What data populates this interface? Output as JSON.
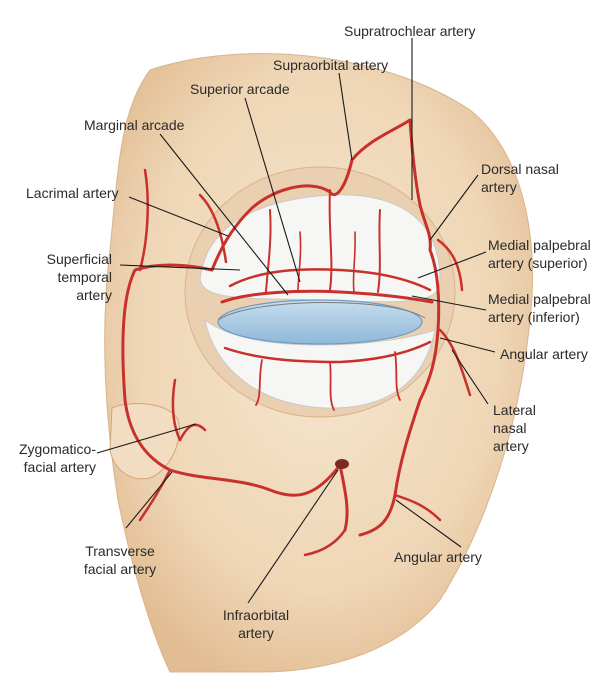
{
  "labels": {
    "supratrochlear": "Supratrochlear artery",
    "supraorbital": "Supraorbital artery",
    "superior_arcade": "Superior arcade",
    "marginal_arcade": "Marginal arcade",
    "lacrimal": "Lacrimal artery",
    "superficial_temporal": [
      "Superficial",
      "temporal",
      "artery"
    ],
    "dorsal_nasal": [
      "Dorsal nasal",
      "artery"
    ],
    "medial_palpebral_superior": [
      "Medial palpebral",
      "artery (superior)"
    ],
    "medial_palpebral_inferior": [
      "Medial palpebral",
      "artery (inferior)"
    ],
    "angular_upper": "Angular artery",
    "lateral_nasal": [
      "Lateral",
      "nasal",
      "artery"
    ],
    "zygomaticofacial": [
      "Zygomatico-",
      "facial artery"
    ],
    "transverse_facial": [
      "Transverse",
      "facial artery"
    ],
    "angular_lower": "Angular artery",
    "infraorbital": [
      "Infraorbital",
      "artery"
    ]
  },
  "colors": {
    "artery": "#c8302c",
    "skin": "#f2dcc0",
    "skin_shadow": "#e6c39c",
    "tarsus": "#f4f4f2",
    "eyeball": "#a9cbe3",
    "leader": "#1a1a1a"
  }
}
